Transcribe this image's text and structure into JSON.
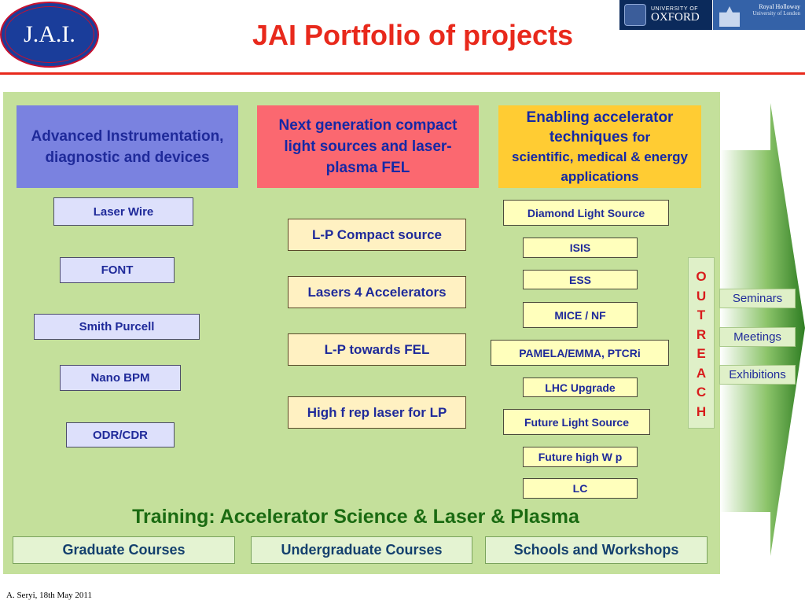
{
  "logo": {
    "text": "J.A.I."
  },
  "title": "JAI Portfolio of projects",
  "partners": {
    "oxford_small": "UNIVERSITY OF",
    "oxford_big": "OXFORD",
    "rhul_line1": "Royal Holloway",
    "rhul_line2": "University of London"
  },
  "columns": [
    {
      "header": "Advanced Instrumentation, diagnostic and devices",
      "color": "#7a82e0",
      "items": [
        "Laser Wire",
        "FONT",
        "Smith Purcell",
        "Nano BPM",
        "ODR/CDR"
      ]
    },
    {
      "header": "Next generation compact light sources and laser-plasma FEL",
      "color": "#fb6870",
      "items": [
        "L-P Compact source",
        "Lasers 4 Accelerators",
        "L-P towards FEL",
        "High f rep laser for LP"
      ]
    },
    {
      "header_main": "Enabling accelerator techniques",
      "header_small_1": "for",
      "header_small_2": "scientific, medical & energy applications",
      "color": "#ffcc33",
      "items": [
        "Diamond Light Source",
        "ISIS",
        "ESS",
        "MICE / NF",
        "PAMELA/EMMA, PTCRi",
        "LHC Upgrade",
        "Future Light Source",
        "Future high W p",
        "LC"
      ]
    }
  ],
  "outreach": {
    "letters": [
      "O",
      "U",
      "T",
      "R",
      "E",
      "A",
      "C",
      "H"
    ],
    "items": [
      "Seminars",
      "Meetings",
      "Exhibitions"
    ]
  },
  "training": {
    "title": "Training: Accelerator Science & Laser & Plasma",
    "courses": [
      "Graduate Courses",
      "Undergraduate Courses",
      "Schools and Workshops"
    ]
  },
  "footer": "A. Seryi, 18th May 2011"
}
